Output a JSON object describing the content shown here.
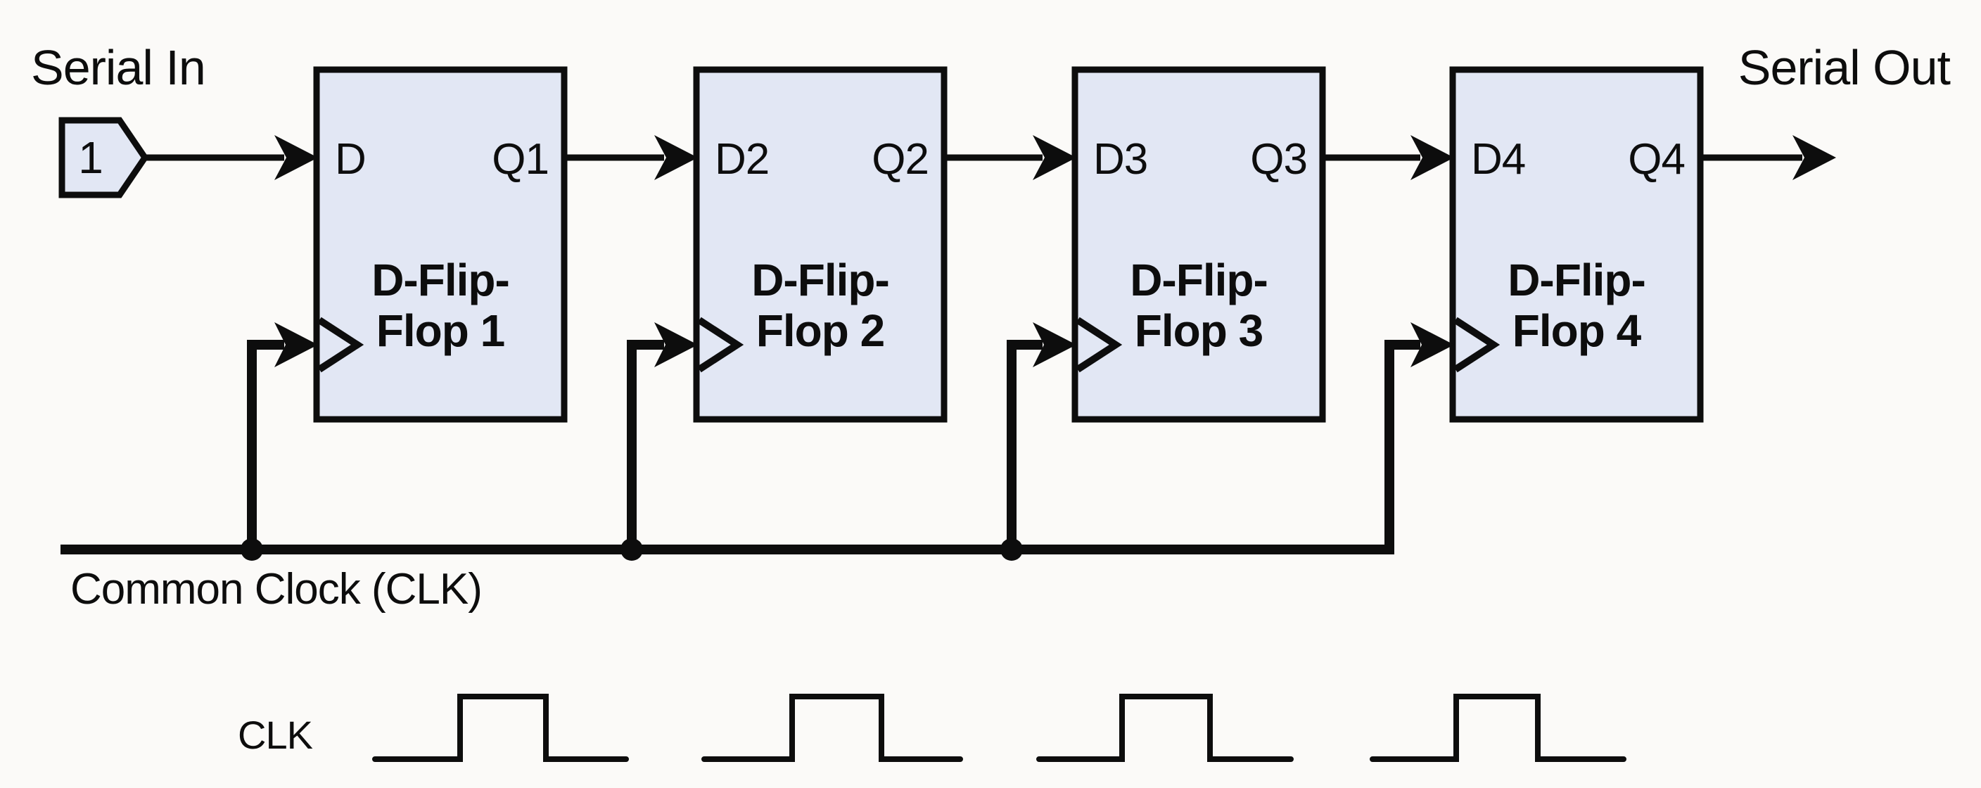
{
  "diagram": {
    "serial_in_label": "Serial In",
    "serial_out_label": "Serial Out",
    "input_value": "1",
    "common_clock_label": "Common Clock (CLK)",
    "flip_flops": [
      {
        "d_label": "D",
        "q_label": "Q1",
        "title_line1": "D-Flip-",
        "title_line2": "Flop 1"
      },
      {
        "d_label": "D2",
        "q_label": "Q2",
        "title_line1": "D-Flip-",
        "title_line2": "Flop 2"
      },
      {
        "d_label": "D3",
        "q_label": "Q3",
        "title_line1": "D-Flip-",
        "title_line2": "Flop 3"
      },
      {
        "d_label": "D4",
        "q_label": "Q4",
        "title_line1": "D-Flip-",
        "title_line2": "Flop 4"
      }
    ],
    "waveform": {
      "label": "CLK",
      "pulse_count": 4,
      "signal_low": 0,
      "signal_high": 1
    },
    "colors": {
      "background": "#fbfaf8",
      "box_fill": "#e2e7f4",
      "line": "#0d0d0d"
    }
  }
}
